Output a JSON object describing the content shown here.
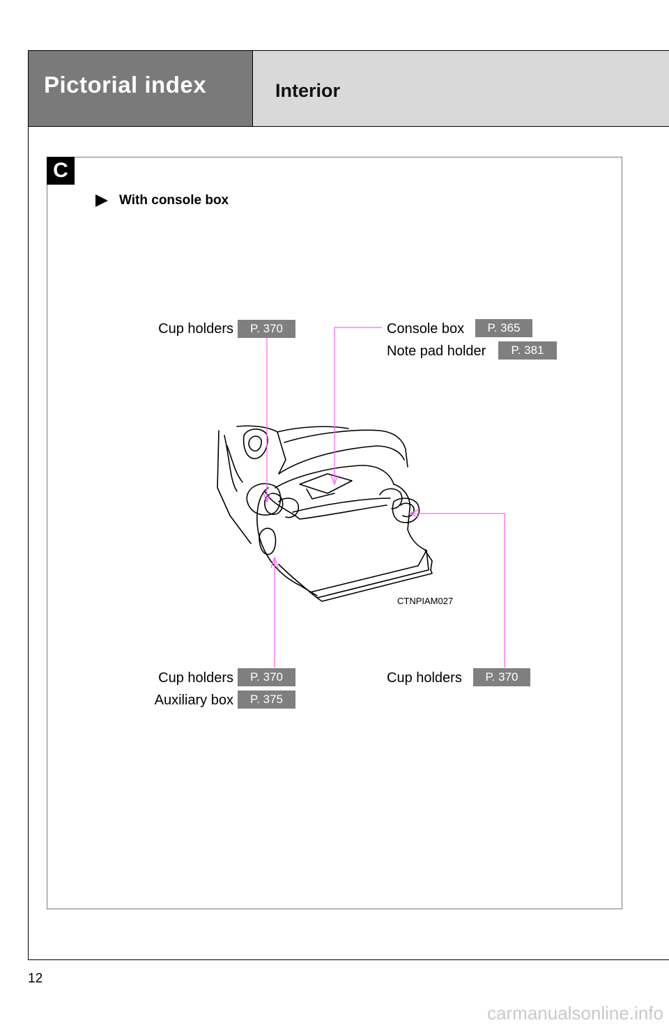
{
  "header": {
    "section": "Pictorial index",
    "topic": "Interior"
  },
  "section_badge": "C",
  "subtitle": "With console box",
  "callouts": {
    "top_left": {
      "label": "Cup holders",
      "ref": "P. 370"
    },
    "top_right": [
      {
        "label": "Console box",
        "ref": "P. 365"
      },
      {
        "label": "Note pad holder",
        "ref": "P. 381"
      }
    ],
    "bottom_left": [
      {
        "label": "Cup holders",
        "ref": "P. 370"
      },
      {
        "label": "Auxiliary box",
        "ref": "P. 375"
      }
    ],
    "bottom_right": {
      "label": "Cup holders",
      "ref": "P. 370"
    }
  },
  "figure_code": "CTNPIAM027",
  "page_number": "12",
  "watermark": "carmanualsonline.info",
  "colors": {
    "header_dark": "#7a7a7a",
    "header_light": "#d9d9d9",
    "page_ref_bg": "#7f7f7f",
    "leader_line": "#ff66ff"
  }
}
